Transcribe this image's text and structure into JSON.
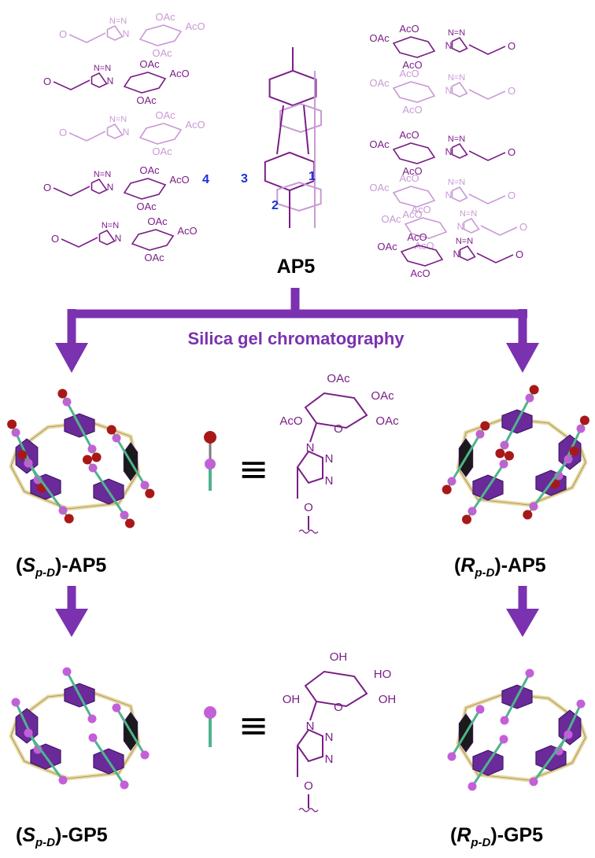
{
  "colors": {
    "dark_purple": "#7a1e86",
    "light_purple": "#c99ad6",
    "arrow_purple": "#7a32b0",
    "hexagon_purple": "#6a2a9a",
    "linker_tan": "#e8d9a0",
    "stick_green": "#4fb48c",
    "ball_magenta": "#c35fd8",
    "ball_red": "#a81818",
    "number_blue": "#1a2fd6"
  },
  "top_structure": {
    "name": "AP5",
    "group_labels": [
      "AcO",
      "OAc",
      "O",
      "N",
      "N=N"
    ],
    "position_numbers": [
      "1",
      "2",
      "3",
      "4"
    ]
  },
  "process": {
    "label": "Silica gel chromatography"
  },
  "isomers": {
    "sp_ap5": {
      "open": "(",
      "letter": "S",
      "sub": "p-D",
      "tail": ")-AP5"
    },
    "rp_ap5": {
      "open": "(",
      "letter": "R",
      "sub": "p-D",
      "tail": ")-AP5"
    },
    "sp_gp5": {
      "open": "(",
      "letter": "S",
      "sub": "p-D",
      "tail": ")-GP5"
    },
    "rp_gp5": {
      "open": "(",
      "letter": "R",
      "sub": "p-D",
      "tail": ")-GP5"
    }
  },
  "legends": {
    "equiv_symbol": "≡",
    "acetylated_sugar": {
      "labels": [
        "OAc",
        "OAc",
        "AcO",
        "OAc",
        "O",
        "N",
        "N",
        "N",
        "O"
      ]
    },
    "free_sugar": {
      "labels": [
        "OH",
        "HO",
        "OH",
        "OH",
        "O",
        "N",
        "N",
        "N",
        "O"
      ]
    }
  }
}
